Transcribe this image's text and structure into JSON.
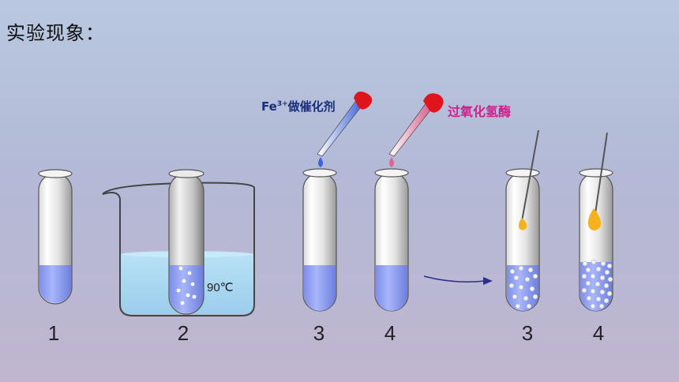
{
  "title": "实验现象：",
  "catalyst_label": {
    "ion": "Fe",
    "charge": "3+",
    "rest": "做催化剂",
    "color": "#1a2d7a"
  },
  "enzyme_label": {
    "text": "过氧化氢酶",
    "color": "#d0208a"
  },
  "temperature": "90℃",
  "tube_numbers": [
    "1",
    "2",
    "3",
    "4",
    "3",
    "4"
  ],
  "colors": {
    "liquid": "#8fa2f2",
    "water_bath": "#a9d9f2",
    "dropper_red": "#e0151b",
    "arrow": "#2b2f8a",
    "flame": "#f5b21b"
  }
}
